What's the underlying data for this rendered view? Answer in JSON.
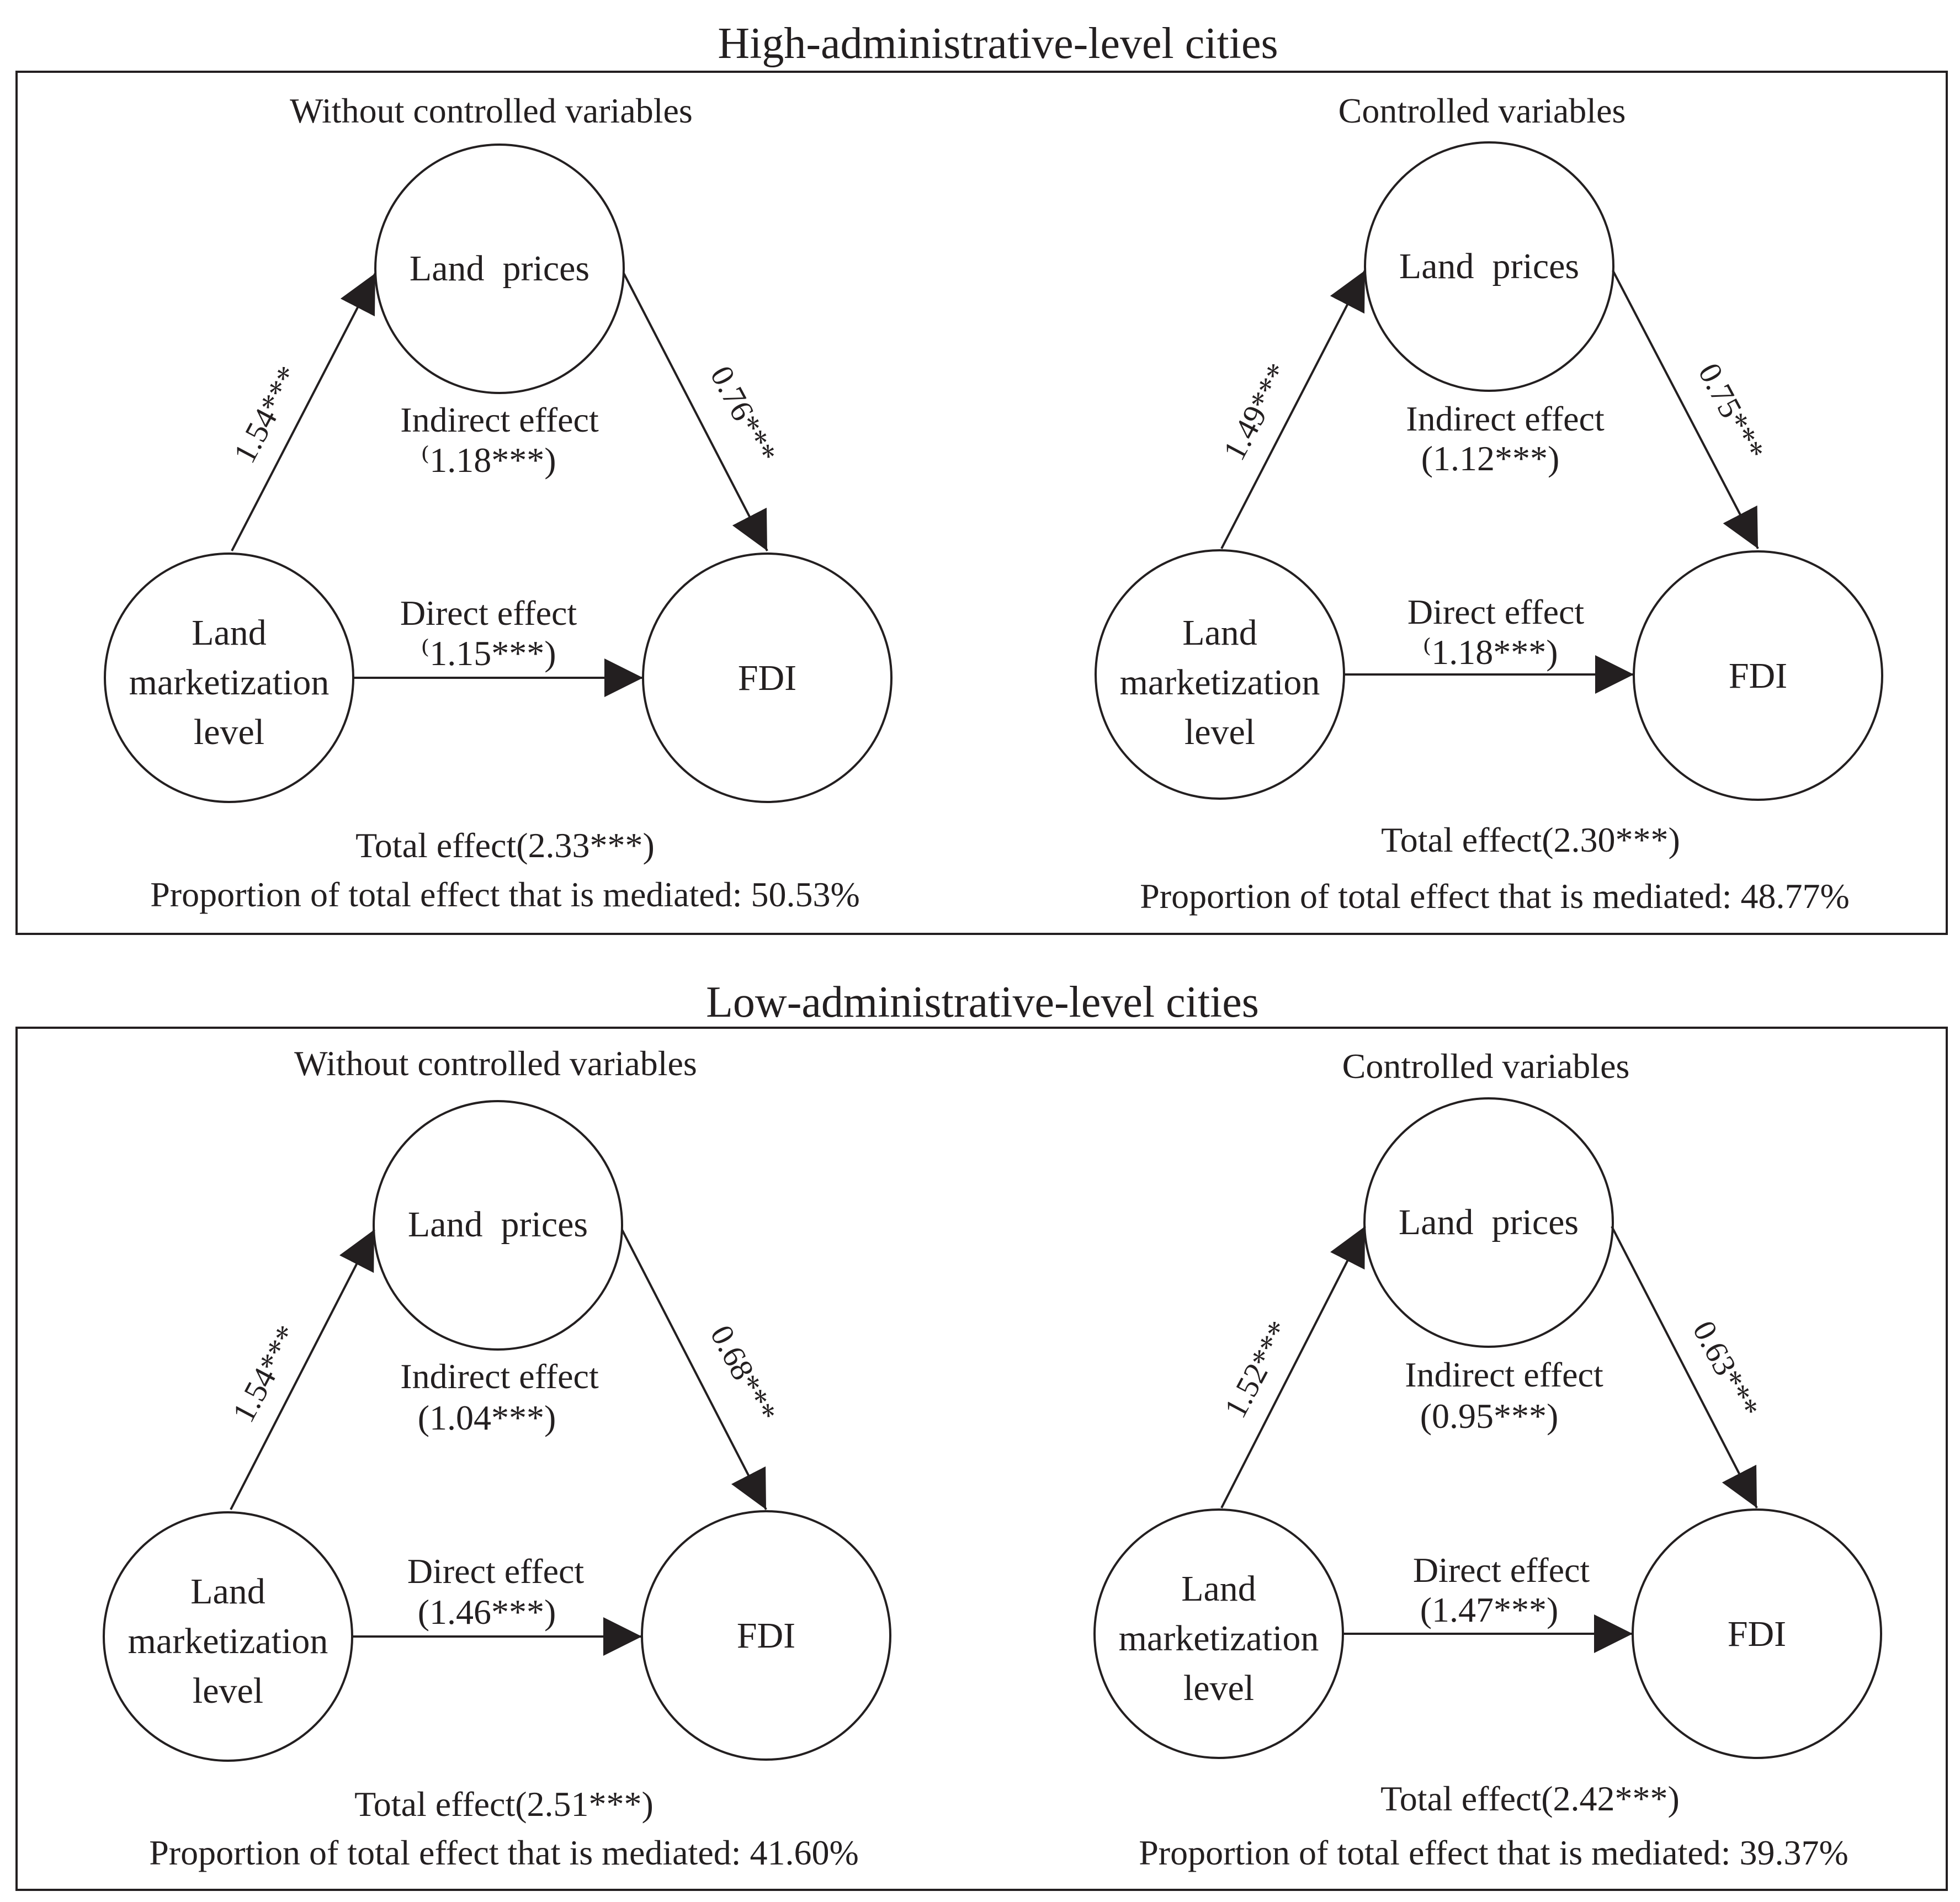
{
  "sections": [
    {
      "title": "High-administrative-level cities",
      "panels": [
        {
          "subtitle": "Without controlled variables",
          "nodes": {
            "mediator": "Land  prices",
            "source_lines": [
              "Land",
              "marketization",
              "level"
            ],
            "outcome": "FDI"
          },
          "path_a": "1.54***",
          "path_b": "0.76***",
          "indirect_label": "Indirect effect",
          "indirect_value": "⁽1.18***)",
          "direct_label": "Direct effect",
          "direct_value": "⁽1.15***)",
          "total": "Total effect(2.33***)",
          "proportion": "Proportion of total effect that is mediated: 50.53%"
        },
        {
          "subtitle": "Controlled variables",
          "nodes": {
            "mediator": "Land  prices",
            "source_lines": [
              "Land",
              "marketization",
              "level"
            ],
            "outcome": "FDI"
          },
          "path_a": "1.49***",
          "path_b": "0.75***",
          "indirect_label": "Indirect effect",
          "indirect_value": "(1.12***)",
          "direct_label": "Direct effect",
          "direct_value": "⁽1.18***)",
          "total": "Total effect(2.30***)",
          "proportion": "Proportion of total effect that is mediated: 48.77%"
        }
      ]
    },
    {
      "title": "Low-administrative-level cities",
      "panels": [
        {
          "subtitle": "Without controlled variables",
          "nodes": {
            "mediator": "Land  prices",
            "source_lines": [
              "Land",
              "marketization",
              "level"
            ],
            "outcome": "FDI"
          },
          "path_a": "1.54***",
          "path_b": "0.68***",
          "indirect_label": "Indirect effect",
          "indirect_value": "(1.04***)",
          "direct_label": "Direct effect",
          "direct_value": "(1.46***)",
          "total": "Total effect(2.51***)",
          "proportion": "Proportion of total effect that is mediated: 41.60%"
        },
        {
          "subtitle": "Controlled variables",
          "nodes": {
            "mediator": "Land  prices",
            "source_lines": [
              "Land",
              "marketization",
              "level"
            ],
            "outcome": "FDI"
          },
          "path_a": "1.52***",
          "path_b": "0.63***",
          "indirect_label": "Indirect effect",
          "indirect_value": "(0.95***)",
          "direct_label": "Direct effect",
          "direct_value": "(1.47***)",
          "total": "Total effect(2.42***)",
          "proportion": "Proportion of total effect that is mediated: 39.37%"
        }
      ]
    }
  ]
}
